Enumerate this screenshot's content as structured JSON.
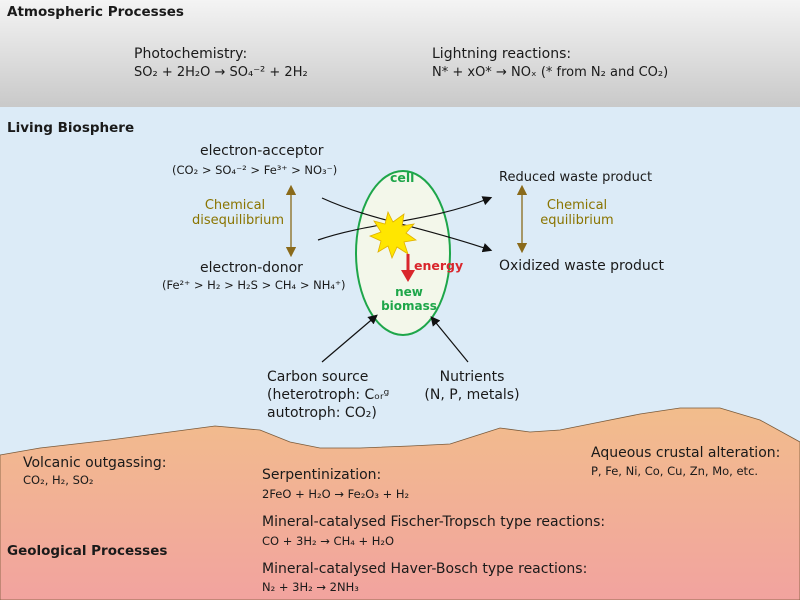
{
  "colors": {
    "atmosphere_top": "#f2f2f2",
    "atmosphere_bottom": "#c8c8c8",
    "biosphere": "#dcebf7",
    "geology_top": "#f0b98a",
    "geology_bottom": "#f2a7a0",
    "cell_outline": "#1ea64a",
    "cell_fill": "#f3f7ea",
    "equilibrium_text": "#8a7400",
    "energy_arrow": "#d9262c",
    "sun": "#ffe600"
  },
  "atmosphere": {
    "title": "Atmospheric Processes",
    "photochemistry": {
      "label": "Photochemistry:",
      "equation": "SO₂ + 2H₂O → SO₄⁻² + 2H₂"
    },
    "lightning": {
      "label": "Lightning reactions:",
      "equation": "N* + xO* → NOₓ (* from N₂ and CO₂)"
    }
  },
  "biosphere": {
    "title": "Living Biosphere",
    "electron_acceptor": {
      "label": "electron-acceptor",
      "series": "(CO₂ > SO₄⁻² > Fe³⁺ > NO₃⁻)"
    },
    "disequilibrium": {
      "line1": "Chemical",
      "line2": "disequilibrium"
    },
    "electron_donor": {
      "label": "electron-donor",
      "series": "(Fe²⁺ > H₂ > H₂S > CH₄ > NH₄⁺)"
    },
    "cell": {
      "label": "cell",
      "energy": "energy",
      "biomass_line1": "new",
      "biomass_line2": "biomass"
    },
    "reduced_waste": "Reduced waste product",
    "oxidized_waste": "Oxidized waste product",
    "equilibrium": {
      "line1": "Chemical",
      "line2": "equilibrium"
    },
    "carbon_source": {
      "line1": "Carbon source",
      "line2": "(heterotroph: Cₒᵣᵍ",
      "line3": "autotroph: CO₂)"
    },
    "nutrients": {
      "line1": "Nutrients",
      "line2": "(N, P, metals)"
    }
  },
  "geology": {
    "title": "Geological Processes",
    "volcanic": {
      "label": "Volcanic outgassing:",
      "species": "CO₂, H₂, SO₂"
    },
    "serpentinization": {
      "label": "Serpentinization:",
      "equation": "2FeO + H₂O → Fe₂O₃ + H₂"
    },
    "fischer_tropsch": {
      "label": "Mineral-catalysed Fischer-Tropsch type reactions:",
      "equation": "CO + 3H₂ → CH₄ + H₂O"
    },
    "haber_bosch": {
      "label": "Mineral-catalysed Haver-Bosch type reactions:",
      "equation": "N₂ + 3H₂ → 2NH₃"
    },
    "aqueous": {
      "label": "Aqueous crustal alteration:",
      "elements": "P, Fe, Ni, Co, Cu, Zn, Mo, etc."
    }
  }
}
